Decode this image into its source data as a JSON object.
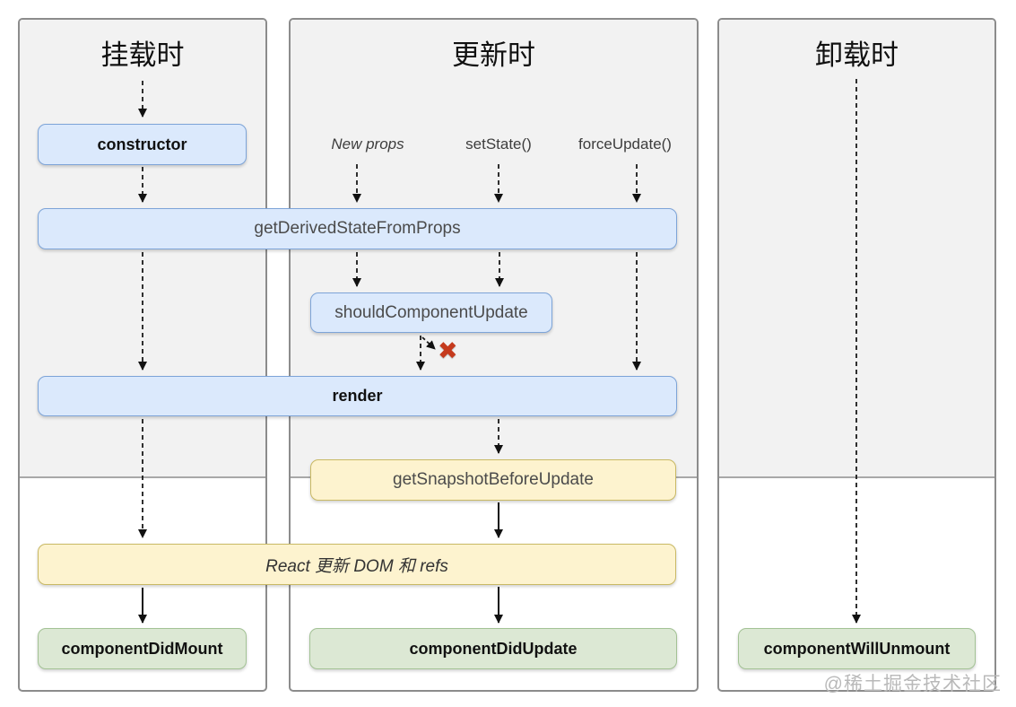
{
  "colors": {
    "panel_bg": "#f2f2f2",
    "panel_border": "#8c8c8c",
    "blue_fill": "#dbe9fc",
    "blue_border": "#7da4d8",
    "yellow_fill": "#fdf3cf",
    "yellow_border": "#c9b964",
    "green_fill": "#dce8d4",
    "green_border": "#a3c295",
    "x_red": "#c53a1d",
    "watermark_color": "#b9b9b9"
  },
  "panels": {
    "mounting": {
      "title": "挂载时"
    },
    "updating": {
      "title": "更新时"
    },
    "unmounting": {
      "title": "卸载时"
    }
  },
  "triggers": {
    "new_props": "New props",
    "set_state": "setState()",
    "force_update": "forceUpdate()"
  },
  "boxes": {
    "constructor_method": "constructor",
    "get_derived_state_from_props": "getDerivedStateFromProps",
    "should_component_update": "shouldComponentUpdate",
    "render_method": "render",
    "get_snapshot_before_update": "getSnapshotBeforeUpdate",
    "react_update_dom_refs": "React 更新 DOM 和 refs",
    "component_did_mount": "componentDidMount",
    "component_did_update": "componentDidUpdate",
    "component_will_unmount": "componentWillUnmount"
  },
  "icons": {
    "blocked_x": "✖"
  },
  "watermark": "@稀土掘金技术社区"
}
